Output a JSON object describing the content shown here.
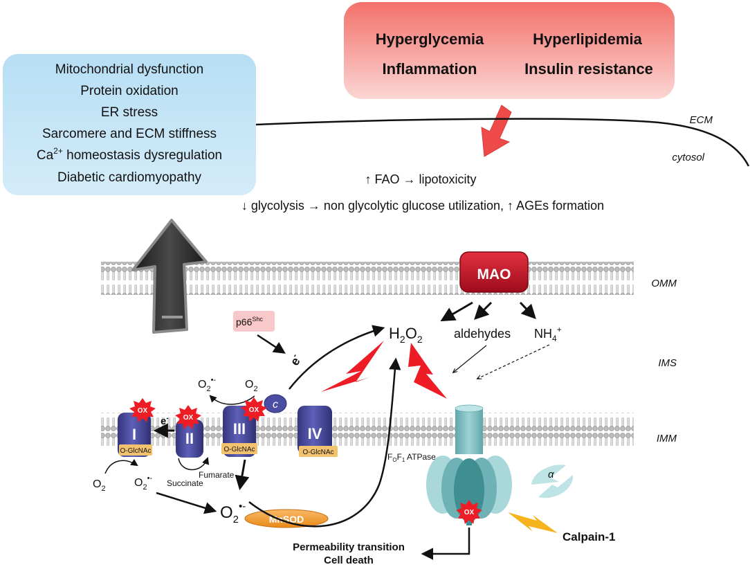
{
  "effects_box": {
    "items": [
      "Mitochondrial dysfunction",
      "Protein oxidation",
      "ER stress",
      "Sarcomere and ECM stiffness",
      "homeostasis dysregulation",
      "Diabetic cardiomyopathy"
    ],
    "ca_base": "Ca",
    "ca_sup": "2+",
    "fill_color": "#bfe3f6"
  },
  "conditions_box": {
    "row1_left": "Hyperglycemia",
    "row1_right": "Hyperlipidemia",
    "row2_left": "Inflammation",
    "row2_right": "Insulin resistance",
    "fill_color": "#f6a09b"
  },
  "compartments": {
    "ecm": "ECM",
    "cytosol": "cytosol",
    "omm": "OMM",
    "ims": "IMS",
    "imm": "IMM"
  },
  "metabolism": {
    "line1": "↑ FAO → lipotoxicity",
    "line2": "↓ glycolysis → non glycolytic glucose utilization, ↑ AGEs formation"
  },
  "mao": {
    "label": "MAO",
    "color": "#c8102e"
  },
  "products": {
    "h2o2_h": "H",
    "h2o2_sub": "2",
    "h2o2_o": "O",
    "aldehydes": "aldehydes",
    "nh4": "NH",
    "nh4_sub": "4",
    "nh4_sup": "+"
  },
  "p66": {
    "base": "p66",
    "sup": "Shc"
  },
  "electron": {
    "base": "e",
    "sup": "-"
  },
  "superoxide": {
    "base": "O",
    "sub": "2",
    "sup": "•-"
  },
  "oxygen": {
    "base": "O",
    "sub": "2"
  },
  "cytochrome_c": "c",
  "complexes": {
    "c1": "I",
    "c2": "II",
    "c3": "III",
    "c4": "IV",
    "glcnac": "O-GlcNAc",
    "ox": "OX",
    "color": "#4b4da3"
  },
  "substrates": {
    "succinate": "Succinate",
    "fumarate": "Fumarate"
  },
  "mnsod": "MnSOD",
  "atpase": {
    "f": "F",
    "o_sub": "O",
    "f2": "F",
    "one_sub": "1",
    "rest": " ATPase"
  },
  "alpha": "α",
  "calpain": "Calpain-1",
  "outcome": {
    "line1": "Permeability transition",
    "line2": "Cell death"
  }
}
